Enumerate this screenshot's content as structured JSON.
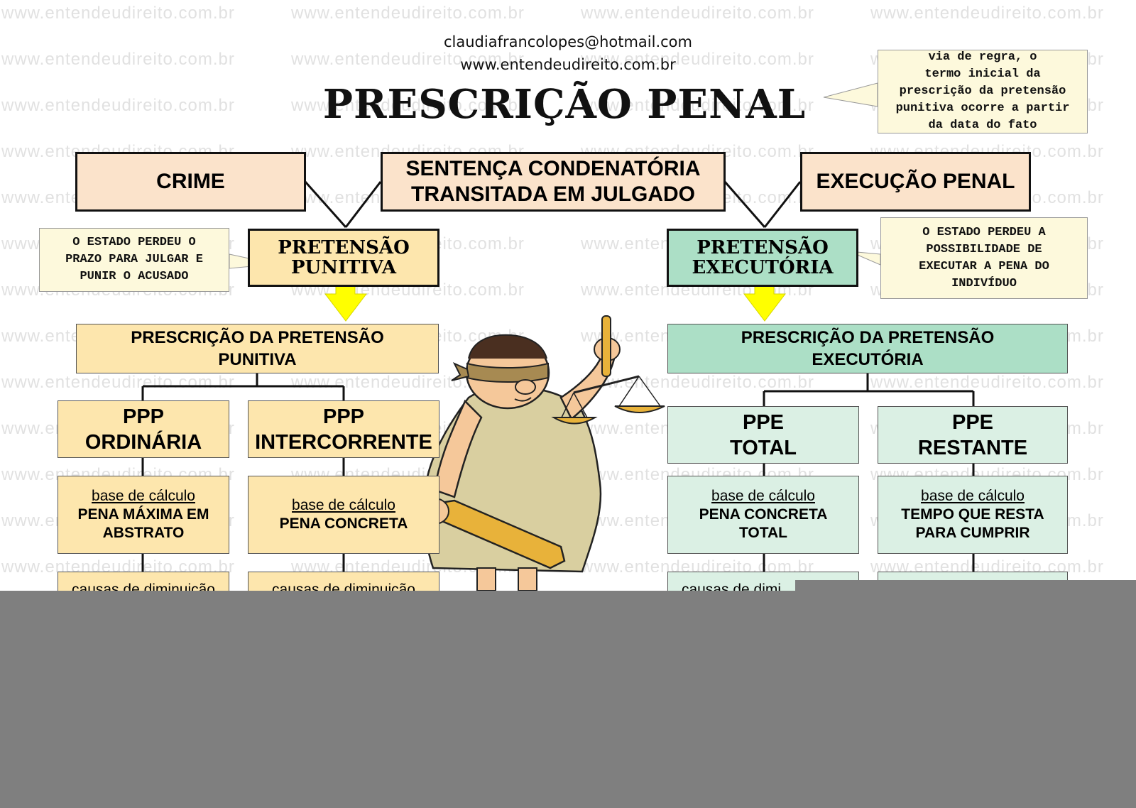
{
  "watermark": "www.entendeudireito.com.br",
  "header": {
    "email": "claudiafrancolopes@hotmail.com",
    "site": "www.entendeudireito.com.br",
    "title": "PRESCRIÇÃO PENAL"
  },
  "note_top_right": [
    "via de regra, o",
    "termo inicial da",
    "prescrição da pretensão",
    "punitiva ocorre a partir",
    "da data do fato"
  ],
  "top_boxes": {
    "crime": "CRIME",
    "sentenca": [
      "SENTENÇA CONDENATÓRIA",
      "TRANSITADA EM JULGADO"
    ],
    "execucao": "EXECUÇÃO PENAL"
  },
  "left": {
    "pretensao": [
      "PRETENSÃO",
      "PUNITIVA"
    ],
    "note": [
      "O ESTADO PERDEU O",
      "PRAZO PARA JULGAR E",
      "PUNIR O ACUSADO"
    ],
    "prescricao": [
      "PRESCRIÇÃO DA PRETENSÃO",
      "PUNITIVA"
    ],
    "types": [
      {
        "title": [
          "PPP",
          "ORDINÁRIA"
        ],
        "base_label": "base de cálculo",
        "base_value": [
          "PENA MÁXIMA EM",
          "ABSTRATO"
        ],
        "next": "causas de diminuição"
      },
      {
        "title": [
          "PPP",
          "INTERCORRENTE"
        ],
        "base_label": "base de cálculo",
        "base_value": [
          "PENA CONCRETA"
        ],
        "next": "causas de diminuição"
      }
    ]
  },
  "right": {
    "pretensao": [
      "PRETENSÃO",
      "EXECUTÓRIA"
    ],
    "note": [
      "O ESTADO PERDEU A",
      "POSSIBILIDADE DE",
      "EXECUTAR A PENA DO",
      "INDIVÍDUO"
    ],
    "prescricao": [
      "PRESCRIÇÃO DA PRETENSÃO",
      "EXECUTÓRIA"
    ],
    "types": [
      {
        "title": [
          "PPE",
          "TOTAL"
        ],
        "base_label": "base de cálculo",
        "base_value": [
          "PENA CONCRETA",
          "TOTAL"
        ],
        "next": "causas de dimi"
      },
      {
        "title": [
          "PPE",
          "RESTANTE"
        ],
        "base_label": "base de cálculo",
        "base_value": [
          "TEMPO QUE RESTA",
          "PARA CUMPRIR"
        ],
        "next": ""
      }
    ]
  },
  "colors": {
    "peach": "#fbe3cb",
    "yellow": "#fde6ad",
    "green": "#acdfc6",
    "light_green": "#dbf0e4",
    "arrow": "#ffff00",
    "overlay": "#7f7f7f"
  }
}
